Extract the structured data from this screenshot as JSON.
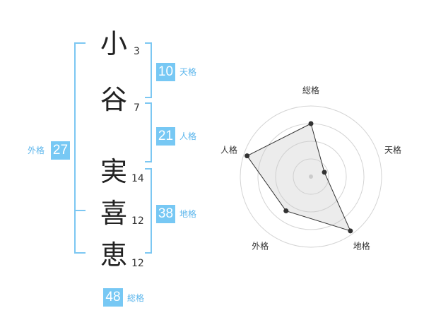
{
  "name": {
    "chars": [
      {
        "char": "小",
        "strokes": "3"
      },
      {
        "char": "谷",
        "strokes": "7"
      },
      {
        "char": "実",
        "strokes": "14"
      },
      {
        "char": "喜",
        "strokes": "12"
      },
      {
        "char": "恵",
        "strokes": "12"
      }
    ]
  },
  "fortunes": {
    "tenkaku": {
      "value": "10",
      "label": "天格"
    },
    "jinkaku": {
      "value": "21",
      "label": "人格"
    },
    "chikaku": {
      "value": "38",
      "label": "地格"
    },
    "gaikaku": {
      "value": "27",
      "label": "外格"
    },
    "soukaku": {
      "value": "48",
      "label": "総格"
    }
  },
  "colors": {
    "accent": "#77c8f4",
    "accent_text": "#5cb6ec",
    "bracket": "#7cc7f2"
  },
  "chart_data": {
    "type": "radar",
    "axes": [
      "総格",
      "天格",
      "地格",
      "外格",
      "人格"
    ],
    "values": [
      0.75,
      0.2,
      0.95,
      0.6,
      0.95
    ],
    "max": 1,
    "rings": 4
  }
}
